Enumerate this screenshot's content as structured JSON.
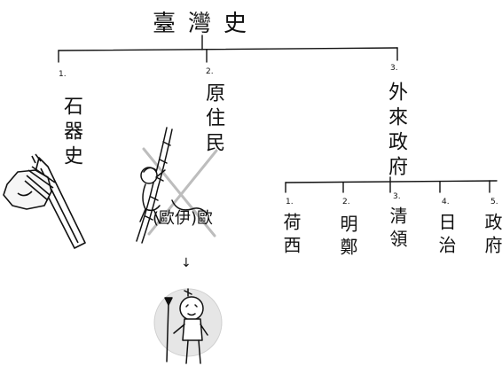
{
  "title": "臺灣史",
  "categories": [
    {
      "num": "1.",
      "label": "石器史"
    },
    {
      "num": "2.",
      "label": "原住民"
    },
    {
      "num": "3.",
      "label": "外來政府"
    }
  ],
  "aside_label": "(歐伊)歐",
  "down_arrow": "↓",
  "sub_items": [
    {
      "num": "1.",
      "label": "荷西"
    },
    {
      "num": "2.",
      "label": "明鄭"
    },
    {
      "num": "3.",
      "label": "清領"
    },
    {
      "num": "4.",
      "label": "日治"
    },
    {
      "num": "5.",
      "label": "政府"
    }
  ],
  "colors": {
    "ink": "#111111",
    "halo": "#d8d8d8",
    "cross": "#bdbdbd"
  },
  "icons": [
    "stone-axe-icon",
    "climbing-figure-icon",
    "aboriginal-figure-icon"
  ]
}
